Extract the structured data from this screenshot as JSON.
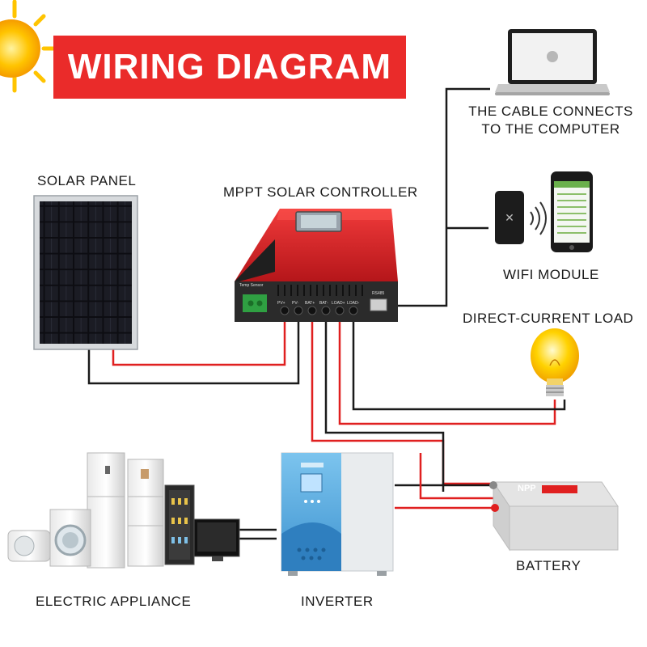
{
  "title": "WIRING DIAGRAM",
  "labels": {
    "solar_panel": "SOLAR PANEL",
    "controller": "MPPT SOLAR CONTROLLER",
    "computer_line1": "THE CABLE CONNECTS",
    "computer_line2": "TO THE COMPUTER",
    "wifi": "WIFI MODULE",
    "dc_load": "DIRECT-CURRENT LOAD",
    "battery": "BATTERY",
    "inverter": "INVERTER",
    "appliance": "ELECTRIC APPLIANCE"
  },
  "controller_ports": {
    "temp_sensor": "Temp Sensor",
    "rs485": "RS485",
    "terminals": [
      "PV+",
      "PV-",
      "BAT+",
      "BAT-",
      "LOAD+",
      "LOAD-"
    ]
  },
  "battery_brand": "NPP",
  "colors": {
    "banner": "#ea2b2a",
    "wire_red": "#e02020",
    "wire_black": "#1a1a1a",
    "controller_red": "#d81f22",
    "controller_dark": "#2b2b2b",
    "inverter_blue": "#4aa3df",
    "sun": "#f7b500"
  }
}
